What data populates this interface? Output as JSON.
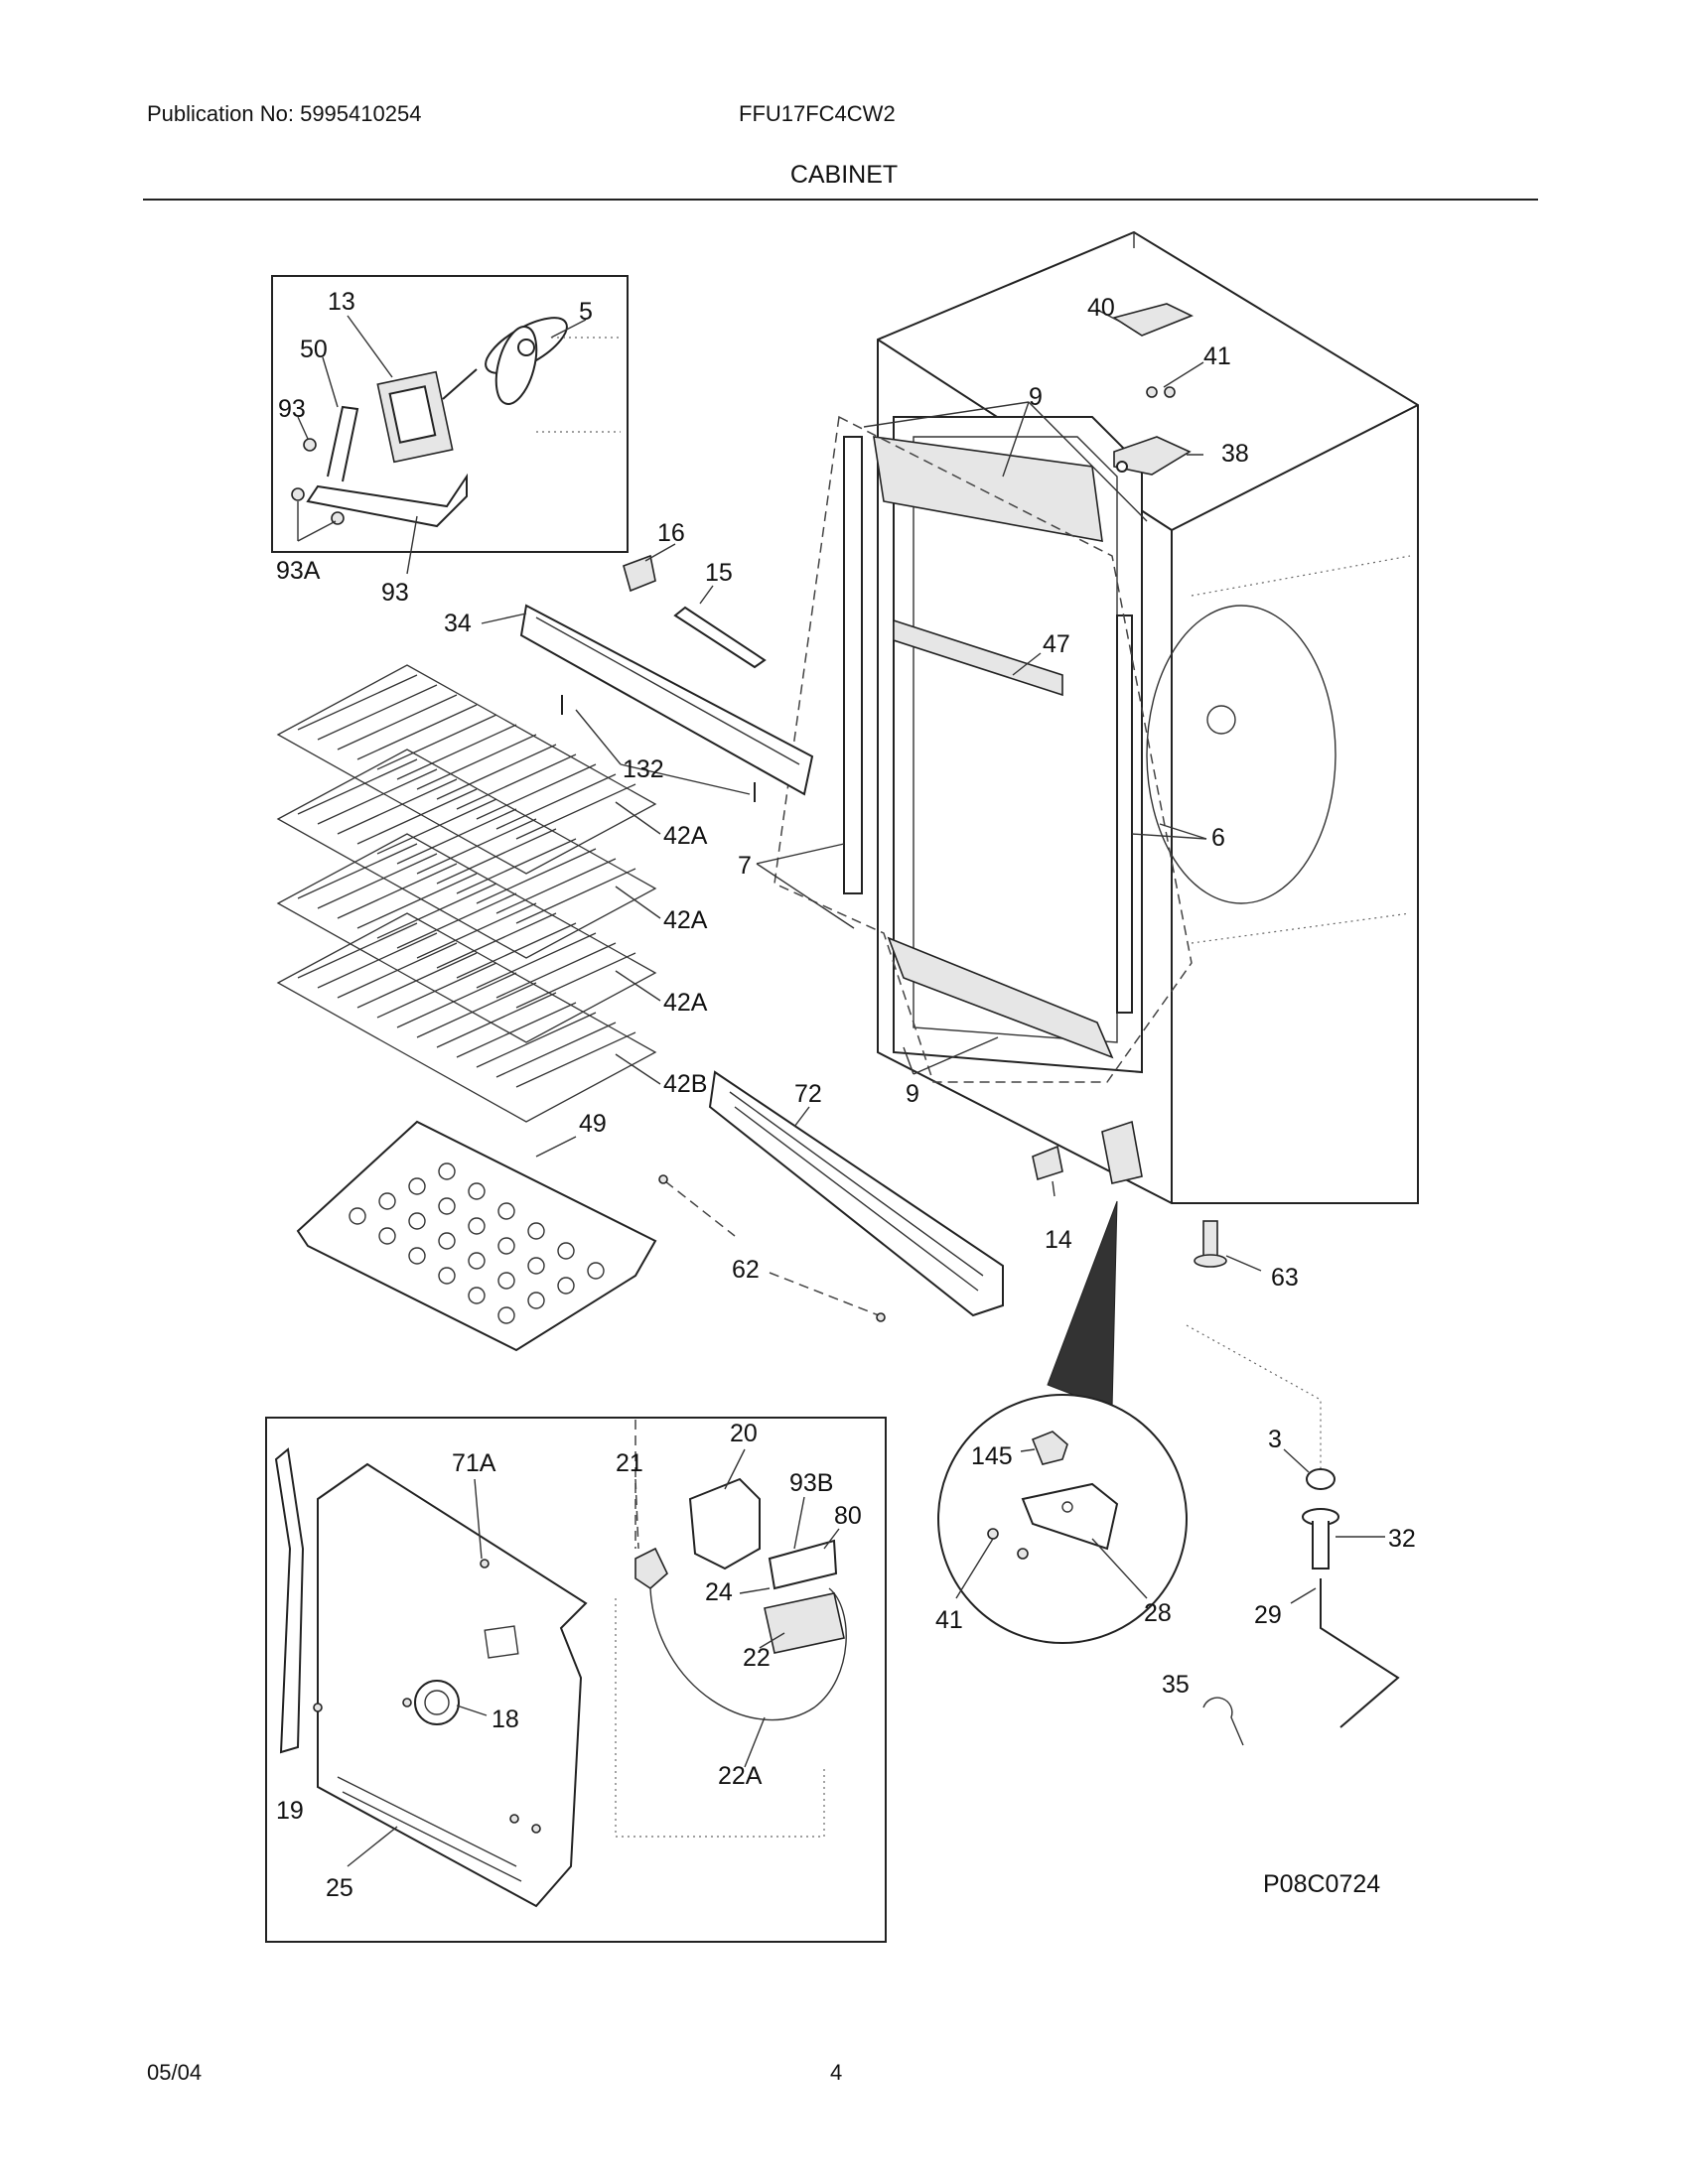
{
  "header": {
    "publication": "Publication No: 5995410254",
    "model": "FFU17FC4CW2",
    "section_title": "CABINET"
  },
  "footer": {
    "date": "05/04",
    "page": "4"
  },
  "diagram_code": "P08C0724",
  "callouts": {
    "c13": "13",
    "c5": "5",
    "c50": "50",
    "c93": "93",
    "c93A": "93A",
    "c93b": "93",
    "c16": "16",
    "c15": "15",
    "c34": "34",
    "c132": "132",
    "c42A_1": "42A",
    "c42A_2": "42A",
    "c42A_3": "42A",
    "c42B": "42B",
    "c49": "49",
    "c72": "72",
    "c62": "62",
    "c40": "40",
    "c41": "41",
    "c38": "38",
    "c9_top": "9",
    "c47": "47",
    "c7": "7",
    "c6": "6",
    "c9_bot": "9",
    "c14": "14",
    "c63": "63",
    "c145": "145",
    "c41b": "41",
    "c28": "28",
    "c3": "3",
    "c32": "32",
    "c29": "29",
    "c35": "35",
    "c71A": "71A",
    "c21": "21",
    "c20": "20",
    "c93B": "93B",
    "c80": "80",
    "c24": "24",
    "c22": "22",
    "c22A": "22A",
    "c18": "18",
    "c19": "19",
    "c25": "25"
  }
}
